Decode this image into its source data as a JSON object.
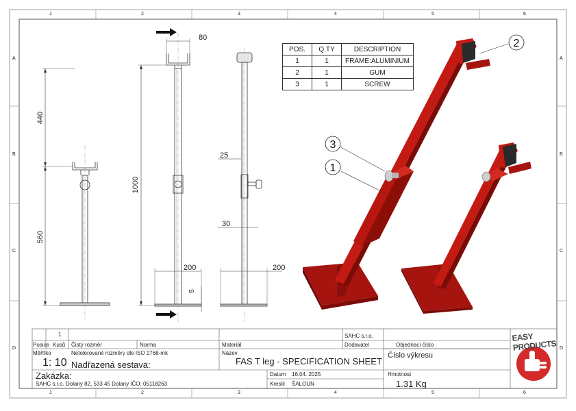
{
  "grid": {
    "columns": [
      "1",
      "2",
      "3",
      "4",
      "5",
      "6"
    ],
    "rows": [
      "A",
      "B",
      "C",
      "D"
    ]
  },
  "dimensions": {
    "d80": "80",
    "d440": "440",
    "d560": "560",
    "d1000": "1000",
    "d200a": "200",
    "d5": "5",
    "d25": "25",
    "d30": "30",
    "d200b": "200"
  },
  "bom": {
    "headers": [
      "POS.",
      "Q.TY",
      "DESCRIPTION"
    ],
    "rows": [
      [
        "1",
        "1",
        "FRAME:ALUMINIUM"
      ],
      [
        "2",
        "1",
        "GUM"
      ],
      [
        "3",
        "1",
        "SCREW"
      ]
    ]
  },
  "balloons": [
    "1",
    "2",
    "3"
  ],
  "title_block": {
    "row_num": "1",
    "hdr_pos": "Posice",
    "hdr_kus": "Kusů",
    "hdr_rozmer": "Čistý rozměr",
    "hdr_norma": "Norma",
    "hdr_material": "Materiál",
    "company_short": "SAHC s.r.o.",
    "hdr_dodavatel": "Dodavatel",
    "hdr_objednaci": "Objednací číslo",
    "hdr_meritko": "Měřítko",
    "tolerance_note": "Netolerované rozměry dle ISO 2768-mk",
    "hdr_nazev": "Název",
    "scale": "1: 10",
    "nadrazena": "Nadřazená sestava:",
    "drawing_title": "FAS  T  leg - SPECIFICATION SHEET",
    "hdr_cislo_vykresu": "Číslo výkresu",
    "zakazka": "Zakázka:",
    "hdr_datum": "Datum",
    "datum": "16.04. 2025",
    "hdr_kreslil": "Kreslil",
    "kreslil": "ŠALOUN",
    "hdr_hmotnost": "Hmotnost",
    "hmotnost": "1.31 Kg",
    "address": "SAHC s.r.o.  Dolany 82,  533 45  Dolany   IČO: 05118263"
  },
  "logo": {
    "text": "EASY  PRODUCTS",
    "color": "#d42a2a"
  },
  "colors": {
    "part_red": "#c41a14",
    "part_dark": "#7a0c08",
    "gum": "#2a2a2a"
  }
}
